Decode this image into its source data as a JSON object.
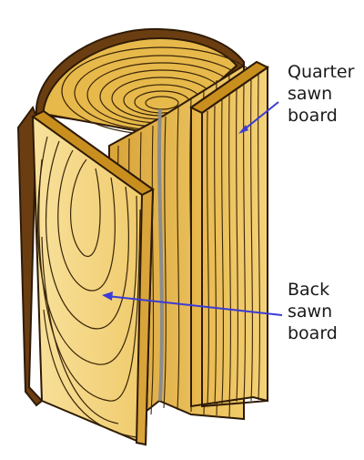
{
  "labels": {
    "quarter": [
      "Quarter",
      "sawn",
      "board"
    ],
    "back": [
      "Back",
      "sawn",
      "board"
    ]
  },
  "colors": {
    "bark": "#5a3410",
    "wood_light": "#f7d889",
    "wood_mid": "#e7b94b",
    "wood_dark": "#c98f1e",
    "grain": "#3a2508",
    "arrow": "#3b3bd6"
  }
}
